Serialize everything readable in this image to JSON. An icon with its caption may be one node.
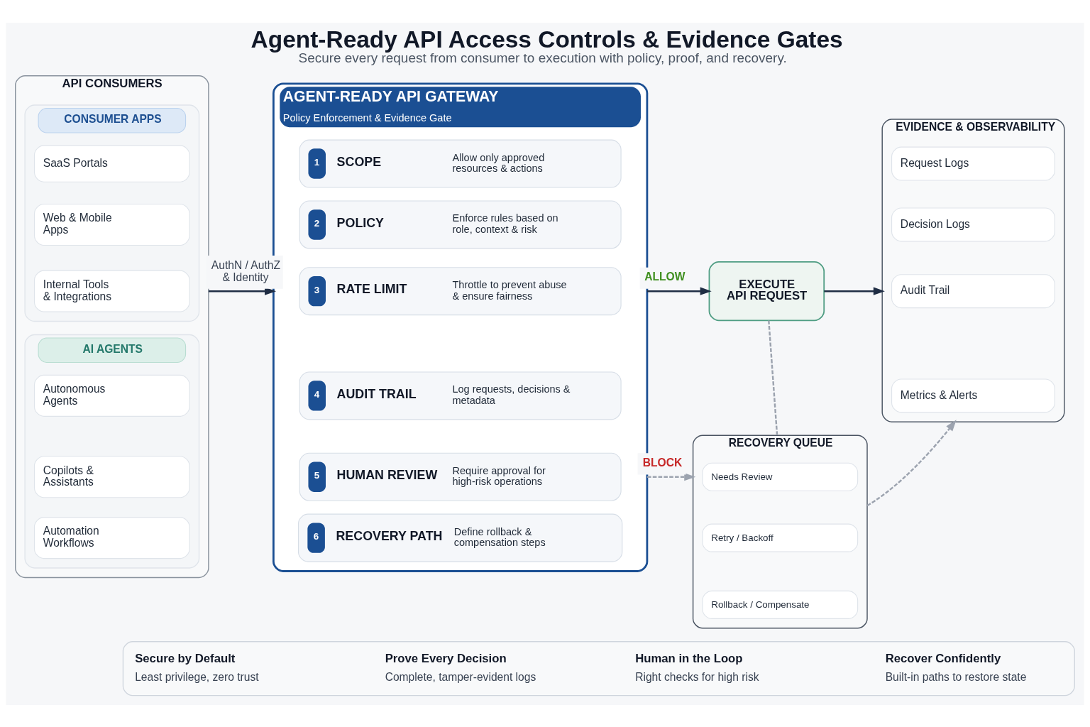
{
  "diagram": {
    "title": "Agent-Ready API Access Controls & Evidence Gates",
    "caption": "Secure every request from consumer to execution with policy, proof, and recovery.",
    "nodes": [
      {
        "text": [
          "API CONSUMERS"
        ]
      },
      {
        "text": [
          "CONSUMER APPS"
        ],
        "in": 0
      },
      {
        "text": [
          "SaaS Portals"
        ],
        "in": 1
      },
      {
        "text": [
          "Web & Mobile Apps"
        ],
        "in": 1
      },
      {
        "text": [
          "Internal Tools & Integrations"
        ],
        "in": 1
      },
      {
        "text": [
          "AI AGENTS"
        ],
        "in": 0
      },
      {
        "text": [
          "Autonomous Agents"
        ],
        "in": 5
      },
      {
        "text": [
          "Copilots & Assistants"
        ],
        "in": 5
      },
      {
        "text": [
          "Automation Workflows"
        ],
        "in": 5
      },
      {
        "text": [
          "AGENT-READY API GATEWAY",
          "Policy Enforcement & Evidence Gate"
        ]
      },
      {
        "text": [
          "1",
          "SCOPE",
          "Allow only approved resources & actions"
        ],
        "in": 9
      },
      {
        "text": [
          "2",
          "POLICY",
          "Enforce rules based on role, context & risk"
        ],
        "in": 9
      },
      {
        "text": [
          "3",
          "RATE LIMIT",
          "Throttle to prevent abuse & ensure fairness"
        ],
        "in": 9
      },
      {
        "text": [
          "4",
          "AUDIT TRAIL",
          "Log requests, decisions & metadata"
        ],
        "in": 9
      },
      {
        "text": [
          "5",
          "HUMAN REVIEW",
          "Require approval for high-risk operations"
        ],
        "in": 9
      },
      {
        "text": [
          "6",
          "RECOVERY PATH",
          "Define rollback & compensation steps"
        ],
        "in": 9
      },
      {
        "text": [
          "EXECUTE API REQUEST"
        ]
      },
      {
        "text": [
          "EVIDENCE & OBSERVABILITY"
        ]
      },
      {
        "text": [
          "Request Logs"
        ],
        "in": 17
      },
      {
        "text": [
          "Decision Logs"
        ],
        "in": 17
      },
      {
        "text": [
          "Audit Trail"
        ],
        "in": 17
      },
      {
        "text": [
          "Metrics & Alerts"
        ],
        "in": 17
      },
      {
        "text": [
          "RECOVERY QUEUE"
        ]
      },
      {
        "text": [
          "Needs Review"
        ],
        "in": 22
      },
      {
        "text": [
          "Retry / Backoff"
        ],
        "in": 22
      },
      {
        "text": [
          "Rollback / Compensate"
        ],
        "in": 22
      },
      {
        "text": [],
        "shape": "box"
      },
      {
        "text": [
          "Secure by Default",
          "Least privilege, zero trust"
        ],
        "in": 26
      },
      {
        "text": [
          "Prove Every Decision",
          "Complete, tamper-evident logs"
        ],
        "in": 26
      },
      {
        "text": [
          "Human in the Loop",
          "Right checks for high risk"
        ],
        "in": 26
      },
      {
        "text": [
          "Recover Confidently",
          "Built-in paths to restore state"
        ],
        "in": 26
      }
    ],
    "edges": [
      {
        "from": 0,
        "to": 9,
        "arrow": "to",
        "label": "AuthN / AuthZ & Identity"
      },
      {
        "from": 9,
        "to": 16,
        "arrow": "to",
        "label": "ALLOW"
      },
      {
        "from": 16,
        "to": 17,
        "arrow": "to"
      },
      {
        "from": 9,
        "to": 22,
        "arrow": "to",
        "label": "BLOCK",
        "style": "dashed",
        "color": "#9ca3af"
      },
      {
        "from": 16,
        "to": 22,
        "arrow": "none",
        "style": "dashed",
        "color": "#9ca3af"
      },
      {
        "from": 22,
        "to": 17,
        "arrow": "to",
        "style": "dashed",
        "color": "#9ca3af"
      }
    ]
  }
}
